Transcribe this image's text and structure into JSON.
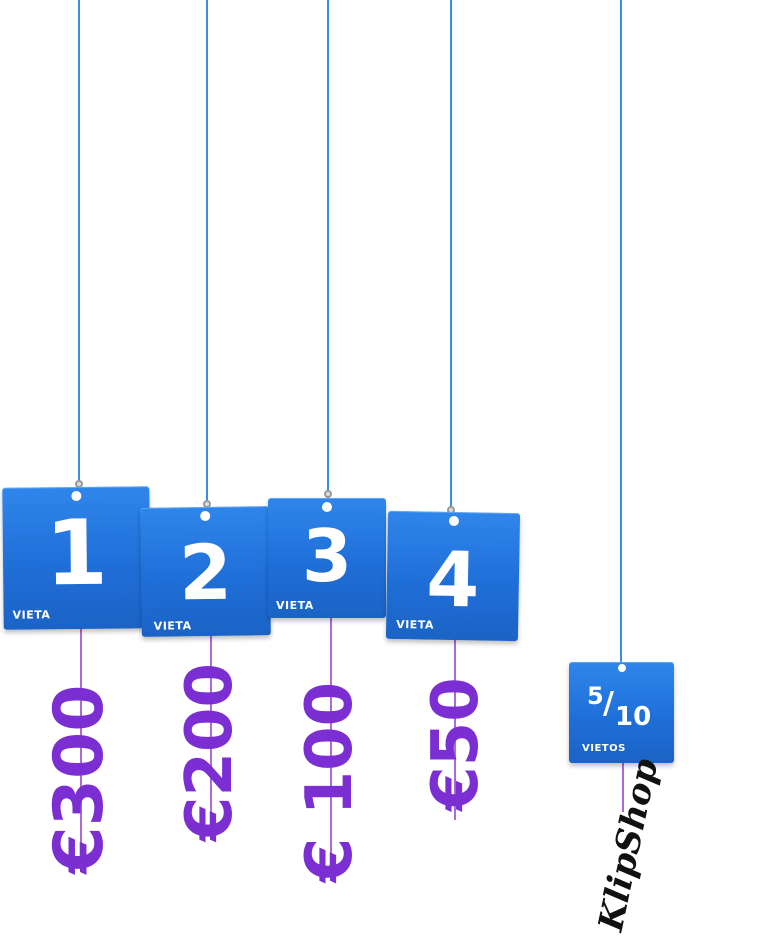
{
  "tags": [
    {
      "number": "1",
      "label": "VIETA",
      "prize": "€300"
    },
    {
      "number": "2",
      "label": "VIETA",
      "prize": "€200"
    },
    {
      "number": "3",
      "label": "VIETA",
      "prize": "€ 100"
    },
    {
      "number": "4",
      "label": "VIETA",
      "prize": "€50"
    }
  ],
  "small_tag": {
    "numerator": "5",
    "slash": "/",
    "denominator": "10",
    "label": "VIETOS"
  },
  "logo": {
    "text": "KlipShop"
  },
  "colors": {
    "tag_blue": "#1f6fd8",
    "string_blue": "#3b8fe0",
    "prize_purple": "#7b2fd2",
    "string_purple": "#b06ad8"
  }
}
